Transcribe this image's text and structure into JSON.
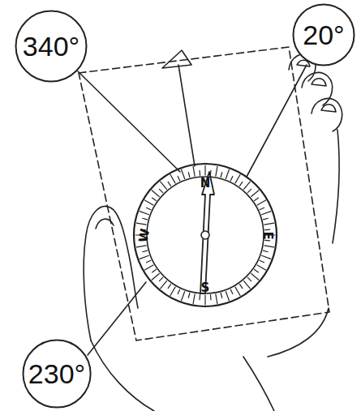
{
  "diagram": {
    "nodes": [
      {
        "text": [
          "340°"
        ]
      },
      {
        "text": [
          "20°"
        ]
      },
      {
        "text": [
          "230°"
        ]
      }
    ],
    "labels": [
      "N",
      "E",
      "S",
      "W"
    ]
  }
}
